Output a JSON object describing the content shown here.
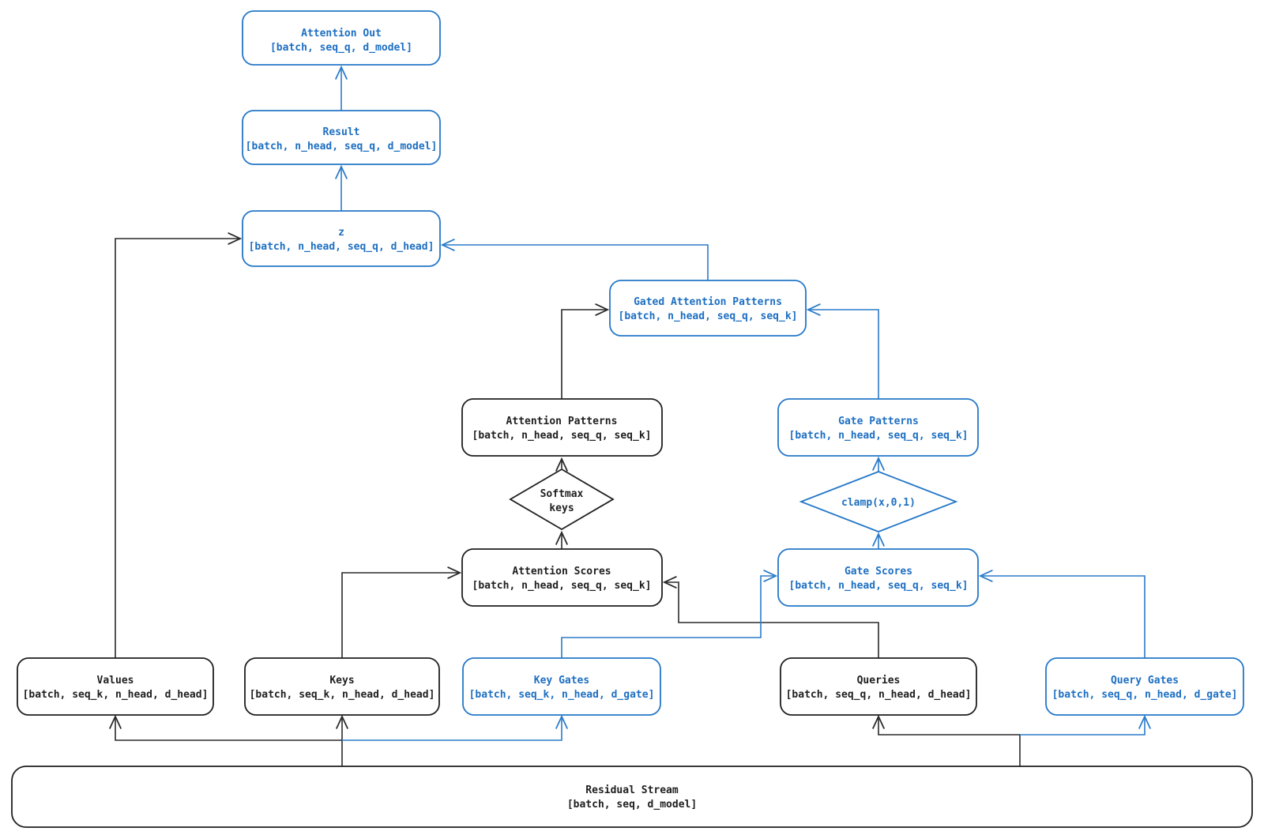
{
  "colors": {
    "node_black": "#1f1f1f",
    "node_blue": "#2477c8",
    "text_blue": "#1d6fc2",
    "background": "#ffffff"
  },
  "nodes": {
    "attention_out": {
      "title": "Attention Out",
      "shape": "[batch, seq_q, d_model]"
    },
    "result": {
      "title": "Result",
      "shape": "[batch, n_head, seq_q, d_model]"
    },
    "z": {
      "title": "z",
      "shape": "[batch, n_head, seq_q, d_head]"
    },
    "gated_attention_patterns": {
      "title": "Gated Attention Patterns",
      "shape": "[batch, n_head, seq_q, seq_k]"
    },
    "attention_patterns": {
      "title": "Attention Patterns",
      "shape": "[batch, n_head, seq_q, seq_k]"
    },
    "gate_patterns": {
      "title": "Gate Patterns",
      "shape": "[batch, n_head, seq_q, seq_k]"
    },
    "softmax": {
      "title": "Softmax",
      "subtitle": "keys"
    },
    "clamp": {
      "title": "clamp(x,0,1)"
    },
    "attention_scores": {
      "title": "Attention Scores",
      "shape": "[batch, n_head, seq_q, seq_k]"
    },
    "gate_scores": {
      "title": "Gate Scores",
      "shape": "[batch, n_head, seq_q, seq_k]"
    },
    "values": {
      "title": "Values",
      "shape": "[batch, seq_k, n_head, d_head]"
    },
    "keys": {
      "title": "Keys",
      "shape": "[batch, seq_k, n_head, d_head]"
    },
    "key_gates": {
      "title": "Key Gates",
      "shape": "[batch, seq_k, n_head, d_gate]"
    },
    "queries": {
      "title": "Queries",
      "shape": "[batch, seq_q, n_head, d_head]"
    },
    "query_gates": {
      "title": "Query Gates",
      "shape": "[batch, seq_q, n_head, d_gate]"
    },
    "residual_stream": {
      "title": "Residual Stream",
      "shape": "[batch, seq, d_model]"
    }
  }
}
